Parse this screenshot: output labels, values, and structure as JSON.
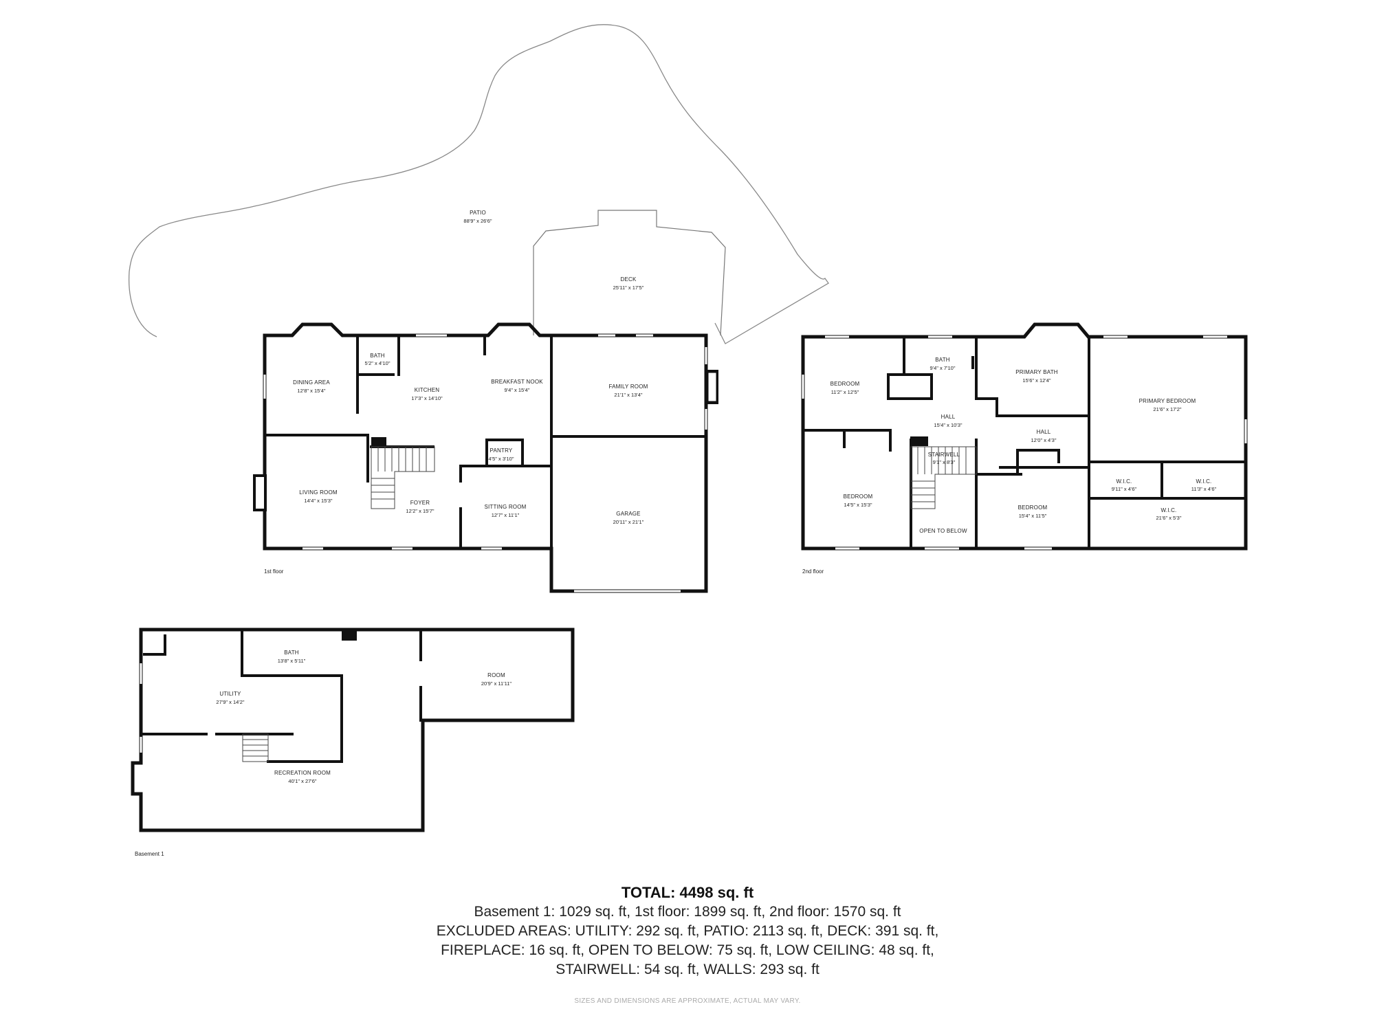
{
  "floors": {
    "first": {
      "label": "1st floor",
      "rooms": {
        "patio": {
          "name": "PATIO",
          "dim": "88'9\" x 26'6\""
        },
        "deck": {
          "name": "DECK",
          "dim": "25'11\" x 17'5\""
        },
        "dining": {
          "name": "DINING AREA",
          "dim": "12'8\" x 15'4\""
        },
        "bath": {
          "name": "BATH",
          "dim": "5'2\" x 4'10\""
        },
        "kitchen": {
          "name": "KITCHEN",
          "dim": "17'3\" x 14'10\""
        },
        "nook": {
          "name": "BREAKFAST NOOK",
          "dim": "9'4\" x 15'4\""
        },
        "family": {
          "name": "FAMILY ROOM",
          "dim": "21'1\" x 13'4\""
        },
        "pantry": {
          "name": "PANTRY",
          "dim": "4'5\" x 3'10\""
        },
        "living": {
          "name": "LIVING ROOM",
          "dim": "14'4\" x 15'3\""
        },
        "foyer": {
          "name": "FOYER",
          "dim": "12'2\" x 15'7\""
        },
        "sitting": {
          "name": "SITTING ROOM",
          "dim": "12'7\" x 11'1\""
        },
        "garage": {
          "name": "GARAGE",
          "dim": "20'11\" x 21'1\""
        }
      }
    },
    "second": {
      "label": "2nd floor",
      "rooms": {
        "bedroom1": {
          "name": "BEDROOM",
          "dim": "11'2\" x 12'5\""
        },
        "bath": {
          "name": "BATH",
          "dim": "9'4\" x 7'10\""
        },
        "pbath": {
          "name": "PRIMARY BATH",
          "dim": "15'6\" x 12'4\""
        },
        "pbed": {
          "name": "PRIMARY BEDROOM",
          "dim": "21'6\" x 17'2\""
        },
        "hall1": {
          "name": "HALL",
          "dim": "15'4\" x 10'3\""
        },
        "hall2": {
          "name": "HALL",
          "dim": "12'0\" x 4'3\""
        },
        "stairwell": {
          "name": "STAIRWELL",
          "dim": "9'1\" x 8'3\""
        },
        "bedroom2": {
          "name": "BEDROOM",
          "dim": "14'5\" x 15'3\""
        },
        "open": {
          "name": "OPEN TO BELOW",
          "dim": ""
        },
        "bedroom3": {
          "name": "BEDROOM",
          "dim": "15'4\" x 11'5\""
        },
        "wic1": {
          "name": "W.I.C.",
          "dim": "9'11\" x 4'6\""
        },
        "wic2": {
          "name": "W.I.C.",
          "dim": "11'3\" x 4'6\""
        },
        "wic3": {
          "name": "W.I.C.",
          "dim": "21'6\" x 5'3\""
        }
      }
    },
    "basement": {
      "label": "Basement 1",
      "rooms": {
        "bath": {
          "name": "BATH",
          "dim": "13'8\" x 5'11\""
        },
        "utility": {
          "name": "UTILITY",
          "dim": "27'9\" x 14'2\""
        },
        "room": {
          "name": "ROOM",
          "dim": "20'9\" x 11'11\""
        },
        "rec": {
          "name": "RECREATION ROOM",
          "dim": "40'1\" x 27'6\""
        }
      }
    }
  },
  "summary": {
    "total": "TOTAL: 4498 sq. ft",
    "line1": "Basement 1: 1029 sq. ft, 1st floor: 1899 sq. ft, 2nd floor: 1570 sq. ft",
    "line2": "EXCLUDED AREAS: UTILITY: 292 sq. ft, PATIO: 2113 sq. ft, DECK: 391 sq. ft,",
    "line3": "FIREPLACE: 16 sq. ft, OPEN TO BELOW: 75 sq. ft, LOW CEILING: 48 sq. ft,",
    "line4": "STAIRWELL: 54 sq. ft, WALLS: 293 sq. ft"
  },
  "disclaimer": "SIZES AND DIMENSIONS ARE APPROXIMATE, ACTUAL MAY VARY."
}
